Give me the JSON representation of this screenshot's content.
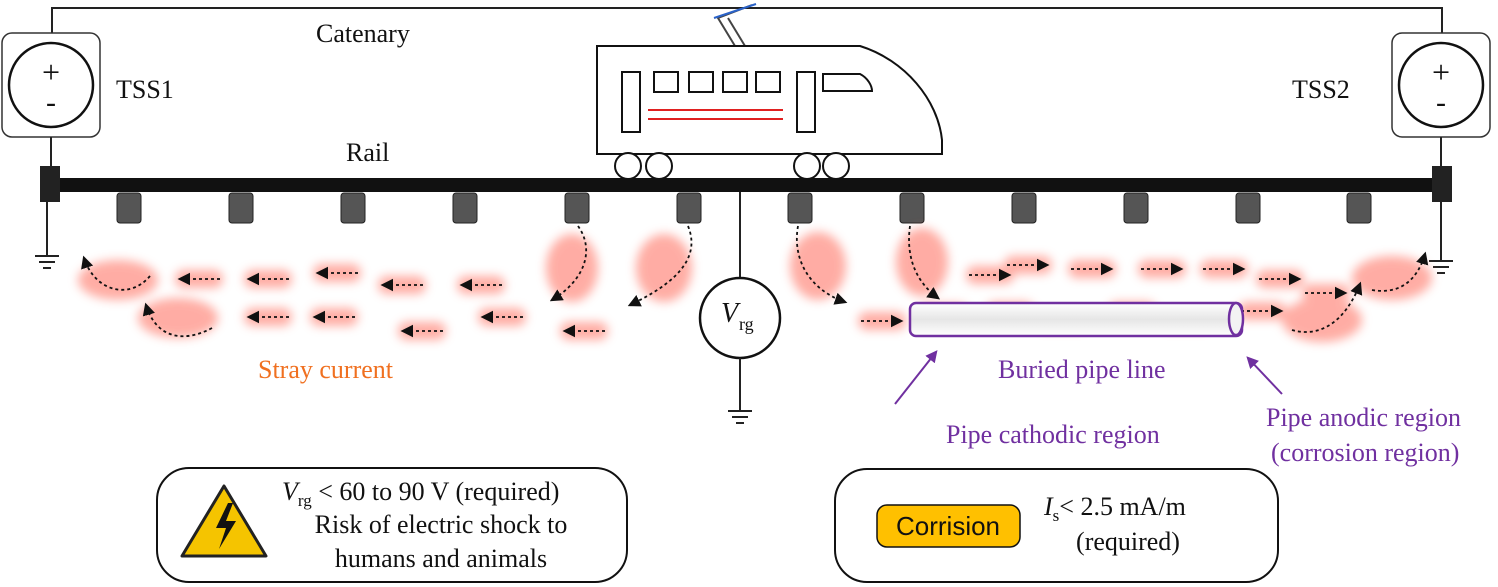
{
  "labels": {
    "catenary": "Catenary",
    "tss1": "TSS1",
    "tss2": "TSS2",
    "rail": "Rail",
    "plus": "+",
    "minus": "-",
    "vrg_symbol": "V",
    "vrg_sub": "rg",
    "stray_current": "Stray current",
    "buried_pipe": "Buried pipe line",
    "pipe_cathodic": "Pipe cathodic region",
    "pipe_anodic_1": "Pipe anodic region",
    "pipe_anodic_2": "(corrosion region)"
  },
  "box_left": {
    "var_symbol": "V",
    "var_sub": "rg",
    "line1_rest": " < 60 to 90 V (required)",
    "line2": "Risk of electric shock to",
    "line3": "humans and animals"
  },
  "box_right": {
    "badge": "Corrision",
    "var_symbol": "I",
    "var_sub": "s",
    "line1_rest": "< 2.5 mA/m",
    "line2": "(required)"
  },
  "colors": {
    "stray_glow": "#ff6a5a",
    "stray_text": "#f07020",
    "pipe": "#7030a0",
    "badge": "#ffc000",
    "warning": "#f5c400",
    "train_red": "#e02020"
  }
}
